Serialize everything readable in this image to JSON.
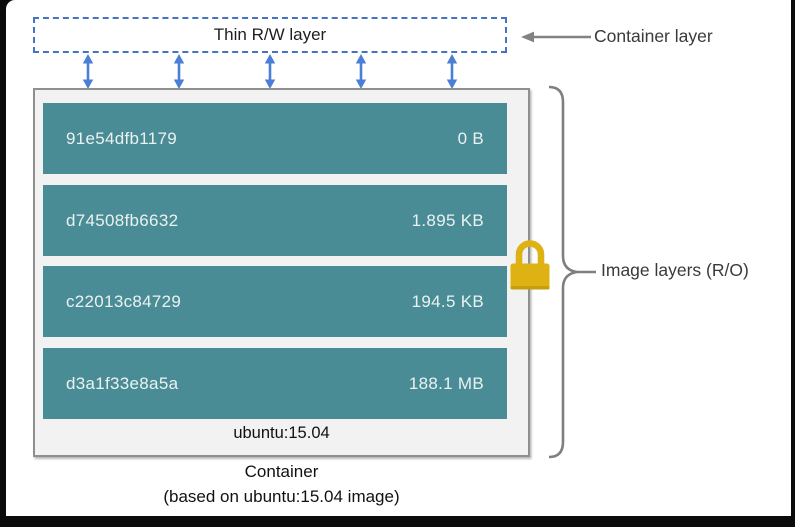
{
  "diagram": {
    "thin_rw_label": "Thin R/W layer",
    "container_layer_label": "Container layer",
    "image_layers_label": "Image layers (R/O)",
    "image_name": "ubuntu:15.04",
    "caption_line1": "Container",
    "caption_line2": "(based on ubuntu:15.04 image)",
    "layers": [
      {
        "id": "91e54dfb1179",
        "size": "0 B"
      },
      {
        "id": "d74508fb6632",
        "size": "1.895 KB"
      },
      {
        "id": "c22013c84729",
        "size": "194.5 KB"
      },
      {
        "id": "d3a1f33e8a5a",
        "size": "188.1 MB"
      }
    ],
    "icons": {
      "lock": "gold padlock (read-only)",
      "container_pointer": "left gray arrow",
      "rw_links": "blue double-headed vertical arrows (x5)",
      "brace": "right curly brace grouping image layers"
    },
    "colors": {
      "layer_teal": "#4A8C96",
      "layer_text": "#EAF2F1",
      "box_fill": "#F2F2F2",
      "box_border": "#8F8F8F",
      "dashed_border_blue": "#4472C4",
      "arrow_blue": "#4B7FD6",
      "annotation_gray": "#828282",
      "brace_gray": "#7F7F7F",
      "lock_gold": "#DFB214",
      "lock_gold_dark": "#C69F0B",
      "text_dark": "#1F1F1F"
    }
  }
}
